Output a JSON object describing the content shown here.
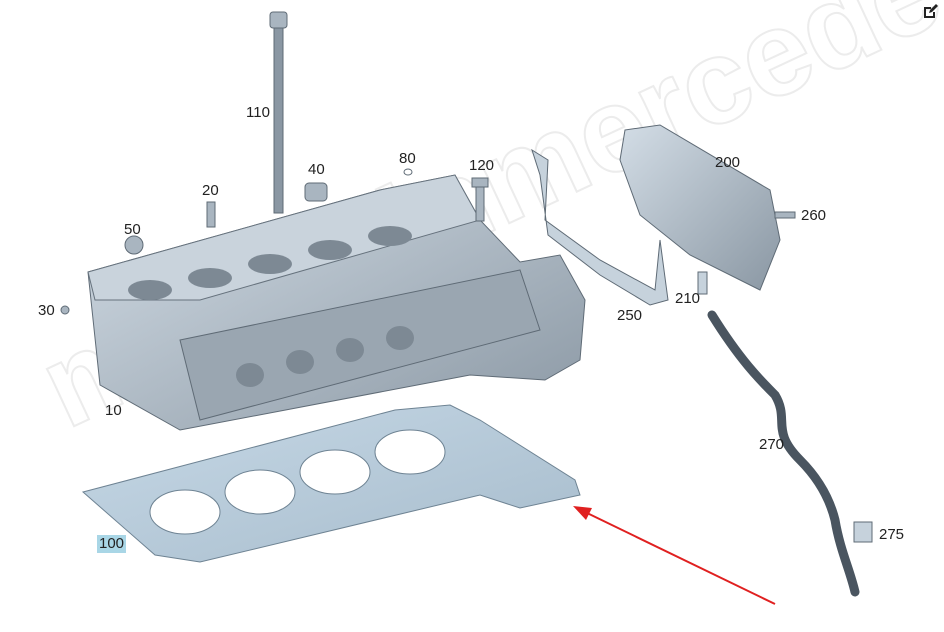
{
  "diagram": {
    "watermark": "magazinmercedes.ru",
    "callouts": [
      {
        "id": "10",
        "label": "10"
      },
      {
        "id": "20",
        "label": "20"
      },
      {
        "id": "30",
        "label": "30"
      },
      {
        "id": "40",
        "label": "40"
      },
      {
        "id": "50",
        "label": "50"
      },
      {
        "id": "80",
        "label": "80"
      },
      {
        "id": "100",
        "label": "100",
        "selected": true
      },
      {
        "id": "110",
        "label": "110"
      },
      {
        "id": "120",
        "label": "120"
      },
      {
        "id": "200",
        "label": "200"
      },
      {
        "id": "210",
        "label": "210"
      },
      {
        "id": "250",
        "label": "250"
      },
      {
        "id": "260",
        "label": "260"
      },
      {
        "id": "270",
        "label": "270"
      },
      {
        "id": "275",
        "label": "275"
      }
    ],
    "highlight_color": "#a9d6e6",
    "arrow_color": "#e02020",
    "toolbar": {
      "edit_icon": "edit-icon"
    }
  }
}
